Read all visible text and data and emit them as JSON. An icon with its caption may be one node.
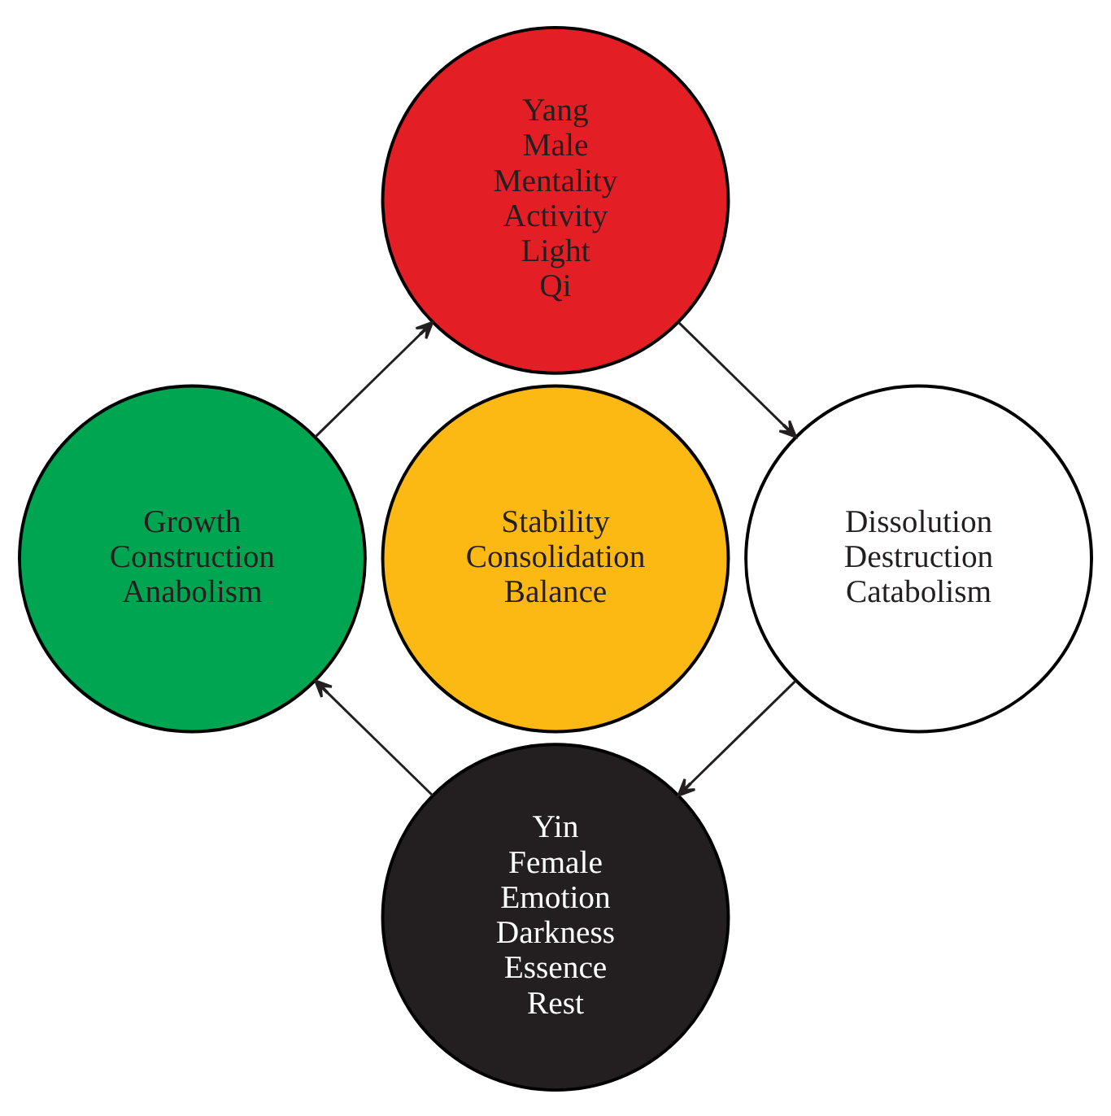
{
  "diagram": {
    "nodes": [
      {
        "text": [
          "Yang",
          "Male",
          "Mentality",
          "Activity",
          "Light",
          "Qi"
        ]
      },
      {
        "text": [
          "Growth",
          "Construction",
          "Anabolism"
        ]
      },
      {
        "text": [
          "Stability",
          "Consolidation",
          "Balance"
        ]
      },
      {
        "text": [
          "Dissolution",
          "Destruction",
          "Catabolism"
        ]
      },
      {
        "text": [
          "Yin",
          "Female",
          "Emotion",
          "Darkness",
          "Essence",
          "Rest"
        ]
      }
    ],
    "edges": [
      {
        "from": 0,
        "to": 3,
        "arrow": "to"
      },
      {
        "from": 3,
        "to": 4,
        "arrow": "to"
      },
      {
        "from": 4,
        "to": 1,
        "arrow": "to"
      },
      {
        "from": 1,
        "to": 0,
        "arrow": "to"
      }
    ]
  }
}
